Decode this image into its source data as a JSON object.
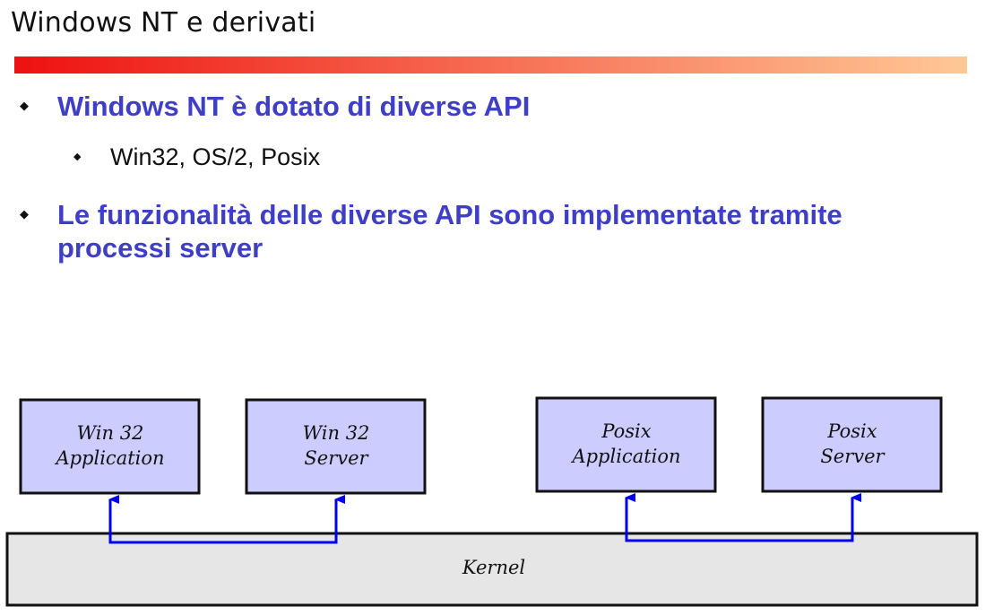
{
  "slide": {
    "title": "Windows NT e derivati",
    "gradient_start": "#ee1111",
    "gradient_end": "#ffc896"
  },
  "bullets": [
    {
      "level": 1,
      "text": "Windows NT è dotato di diverse API"
    },
    {
      "level": 2,
      "text": "Win32, OS/2, Posix"
    },
    {
      "level": 1,
      "text_line1": "Le funzionalità delle diverse API sono implementate tramite",
      "text_line2": "processi server"
    }
  ],
  "diagram": {
    "box_fill": "#ccccff",
    "kernel_fill": "#e6e6e6",
    "arrow_color": "#0000ee",
    "boxes": [
      {
        "id": "win32-application",
        "line1": "Win 32",
        "line2": "Application"
      },
      {
        "id": "win32-server",
        "line1": "Win 32",
        "line2": "Server"
      },
      {
        "id": "posix-application",
        "line1": "Posix",
        "line2": "Application"
      },
      {
        "id": "posix-server",
        "line1": "Posix",
        "line2": "Server"
      }
    ],
    "kernel_label": "Kernel"
  }
}
